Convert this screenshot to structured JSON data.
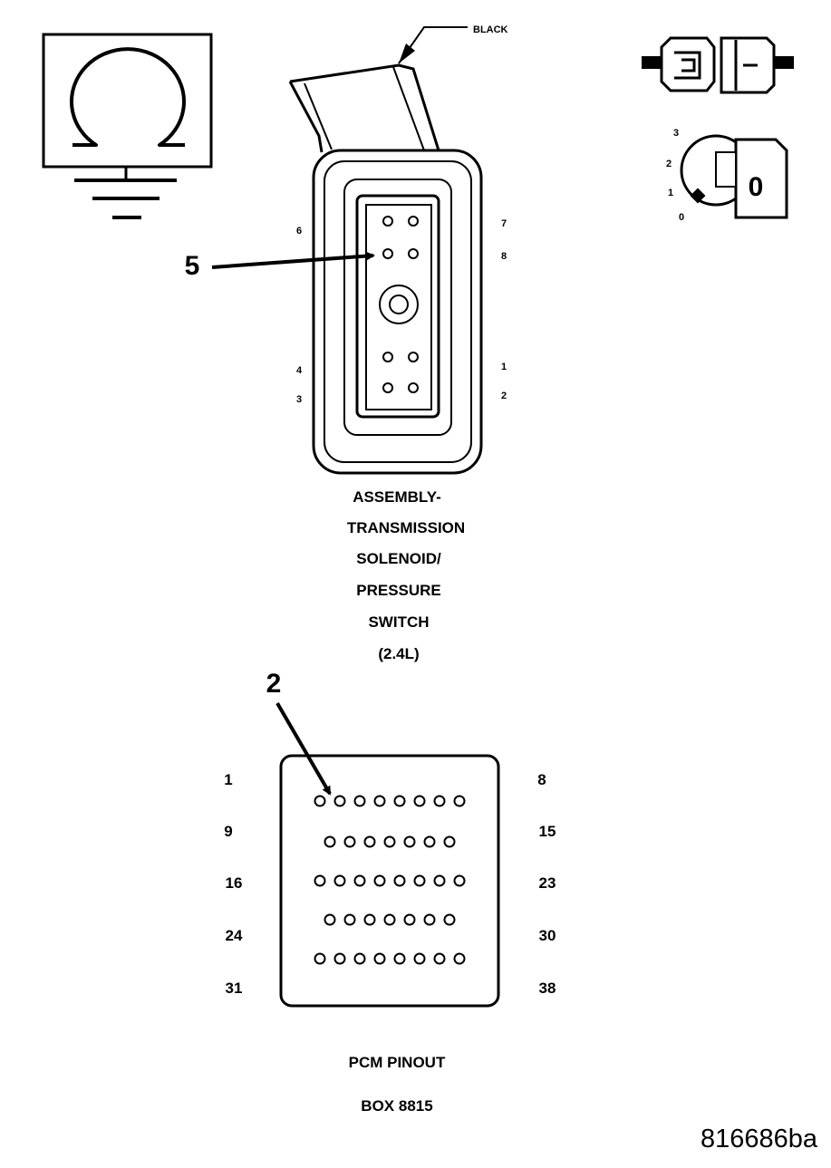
{
  "wire_color": "BLACK",
  "ohm_symbol": "Ω",
  "ignition_key": {
    "positions": [
      "3",
      "2",
      "1",
      "0"
    ],
    "key_label": "0"
  },
  "solenoid_connector": {
    "left_pins": [
      "6",
      "4",
      "3"
    ],
    "right_pins": [
      "7",
      "8",
      "1",
      "2"
    ],
    "callout": "5",
    "caption_lines": [
      "ASSEMBLY-",
      "TRANSMISSION",
      "SOLENOID/",
      "PRESSURE",
      "SWITCH",
      "(2.4L)"
    ]
  },
  "pcm_pinout": {
    "callout": "2",
    "left_pins": [
      "1",
      "9",
      "16",
      "24",
      "31"
    ],
    "right_pins": [
      "8",
      "15",
      "23",
      "30",
      "38"
    ],
    "caption_lines": [
      "PCM PINOUT",
      "BOX 8815"
    ]
  },
  "figure_id": "816686ba"
}
